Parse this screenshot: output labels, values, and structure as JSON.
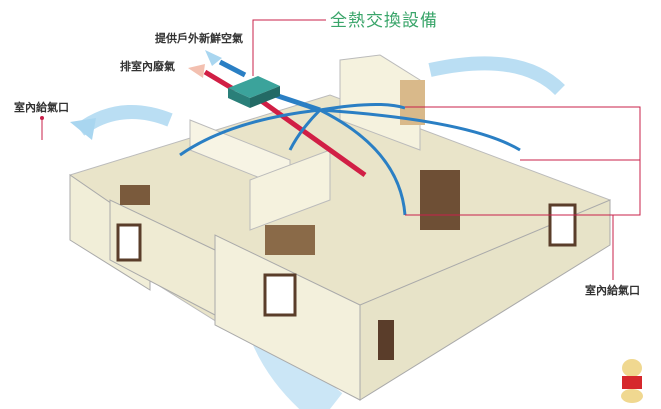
{
  "title": "全熱交換設備",
  "labels": {
    "fresh_air": "提供戶外新鮮空氣",
    "exhaust": "排室內廢氣",
    "supply_left": "室內給氣口",
    "supply_right": "室內給氣口"
  },
  "colors": {
    "title": "#3aa56a",
    "callout": "#c8204a",
    "fresh_duct": "#2a7fc4",
    "exhaust_duct": "#d11f45",
    "unit": "#2f8f88",
    "airflow": "#9fd0ee"
  },
  "watermark": "mascot logo"
}
